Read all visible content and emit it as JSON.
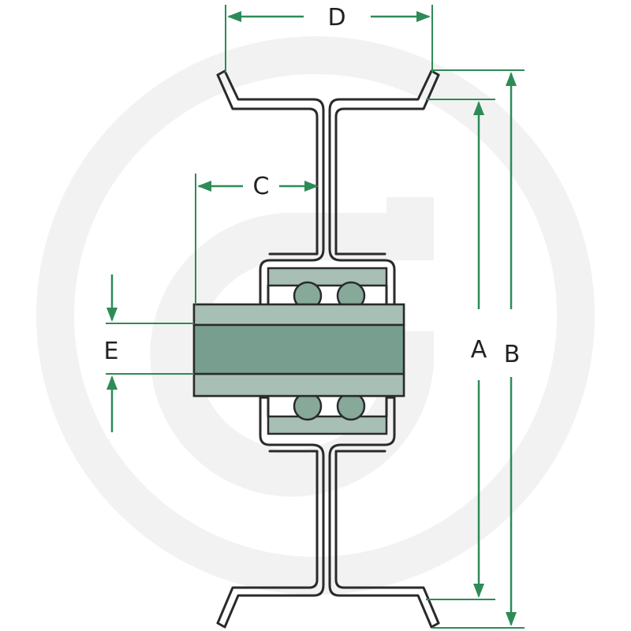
{
  "diagram": {
    "dimensions": {
      "A": "A",
      "B": "B",
      "C": "C",
      "D": "D",
      "E": "E"
    },
    "colors": {
      "dimension_line": "#2e8b57",
      "hub_fill": "#86a99a",
      "hub_bore": "#779e8e",
      "flange_fill": "#a7bfb5",
      "outline": "#2a2a2a",
      "watermark": "#f1f1f1",
      "ball_fill": "#86a99a"
    },
    "watermark_icon": "granit-g-logo"
  }
}
